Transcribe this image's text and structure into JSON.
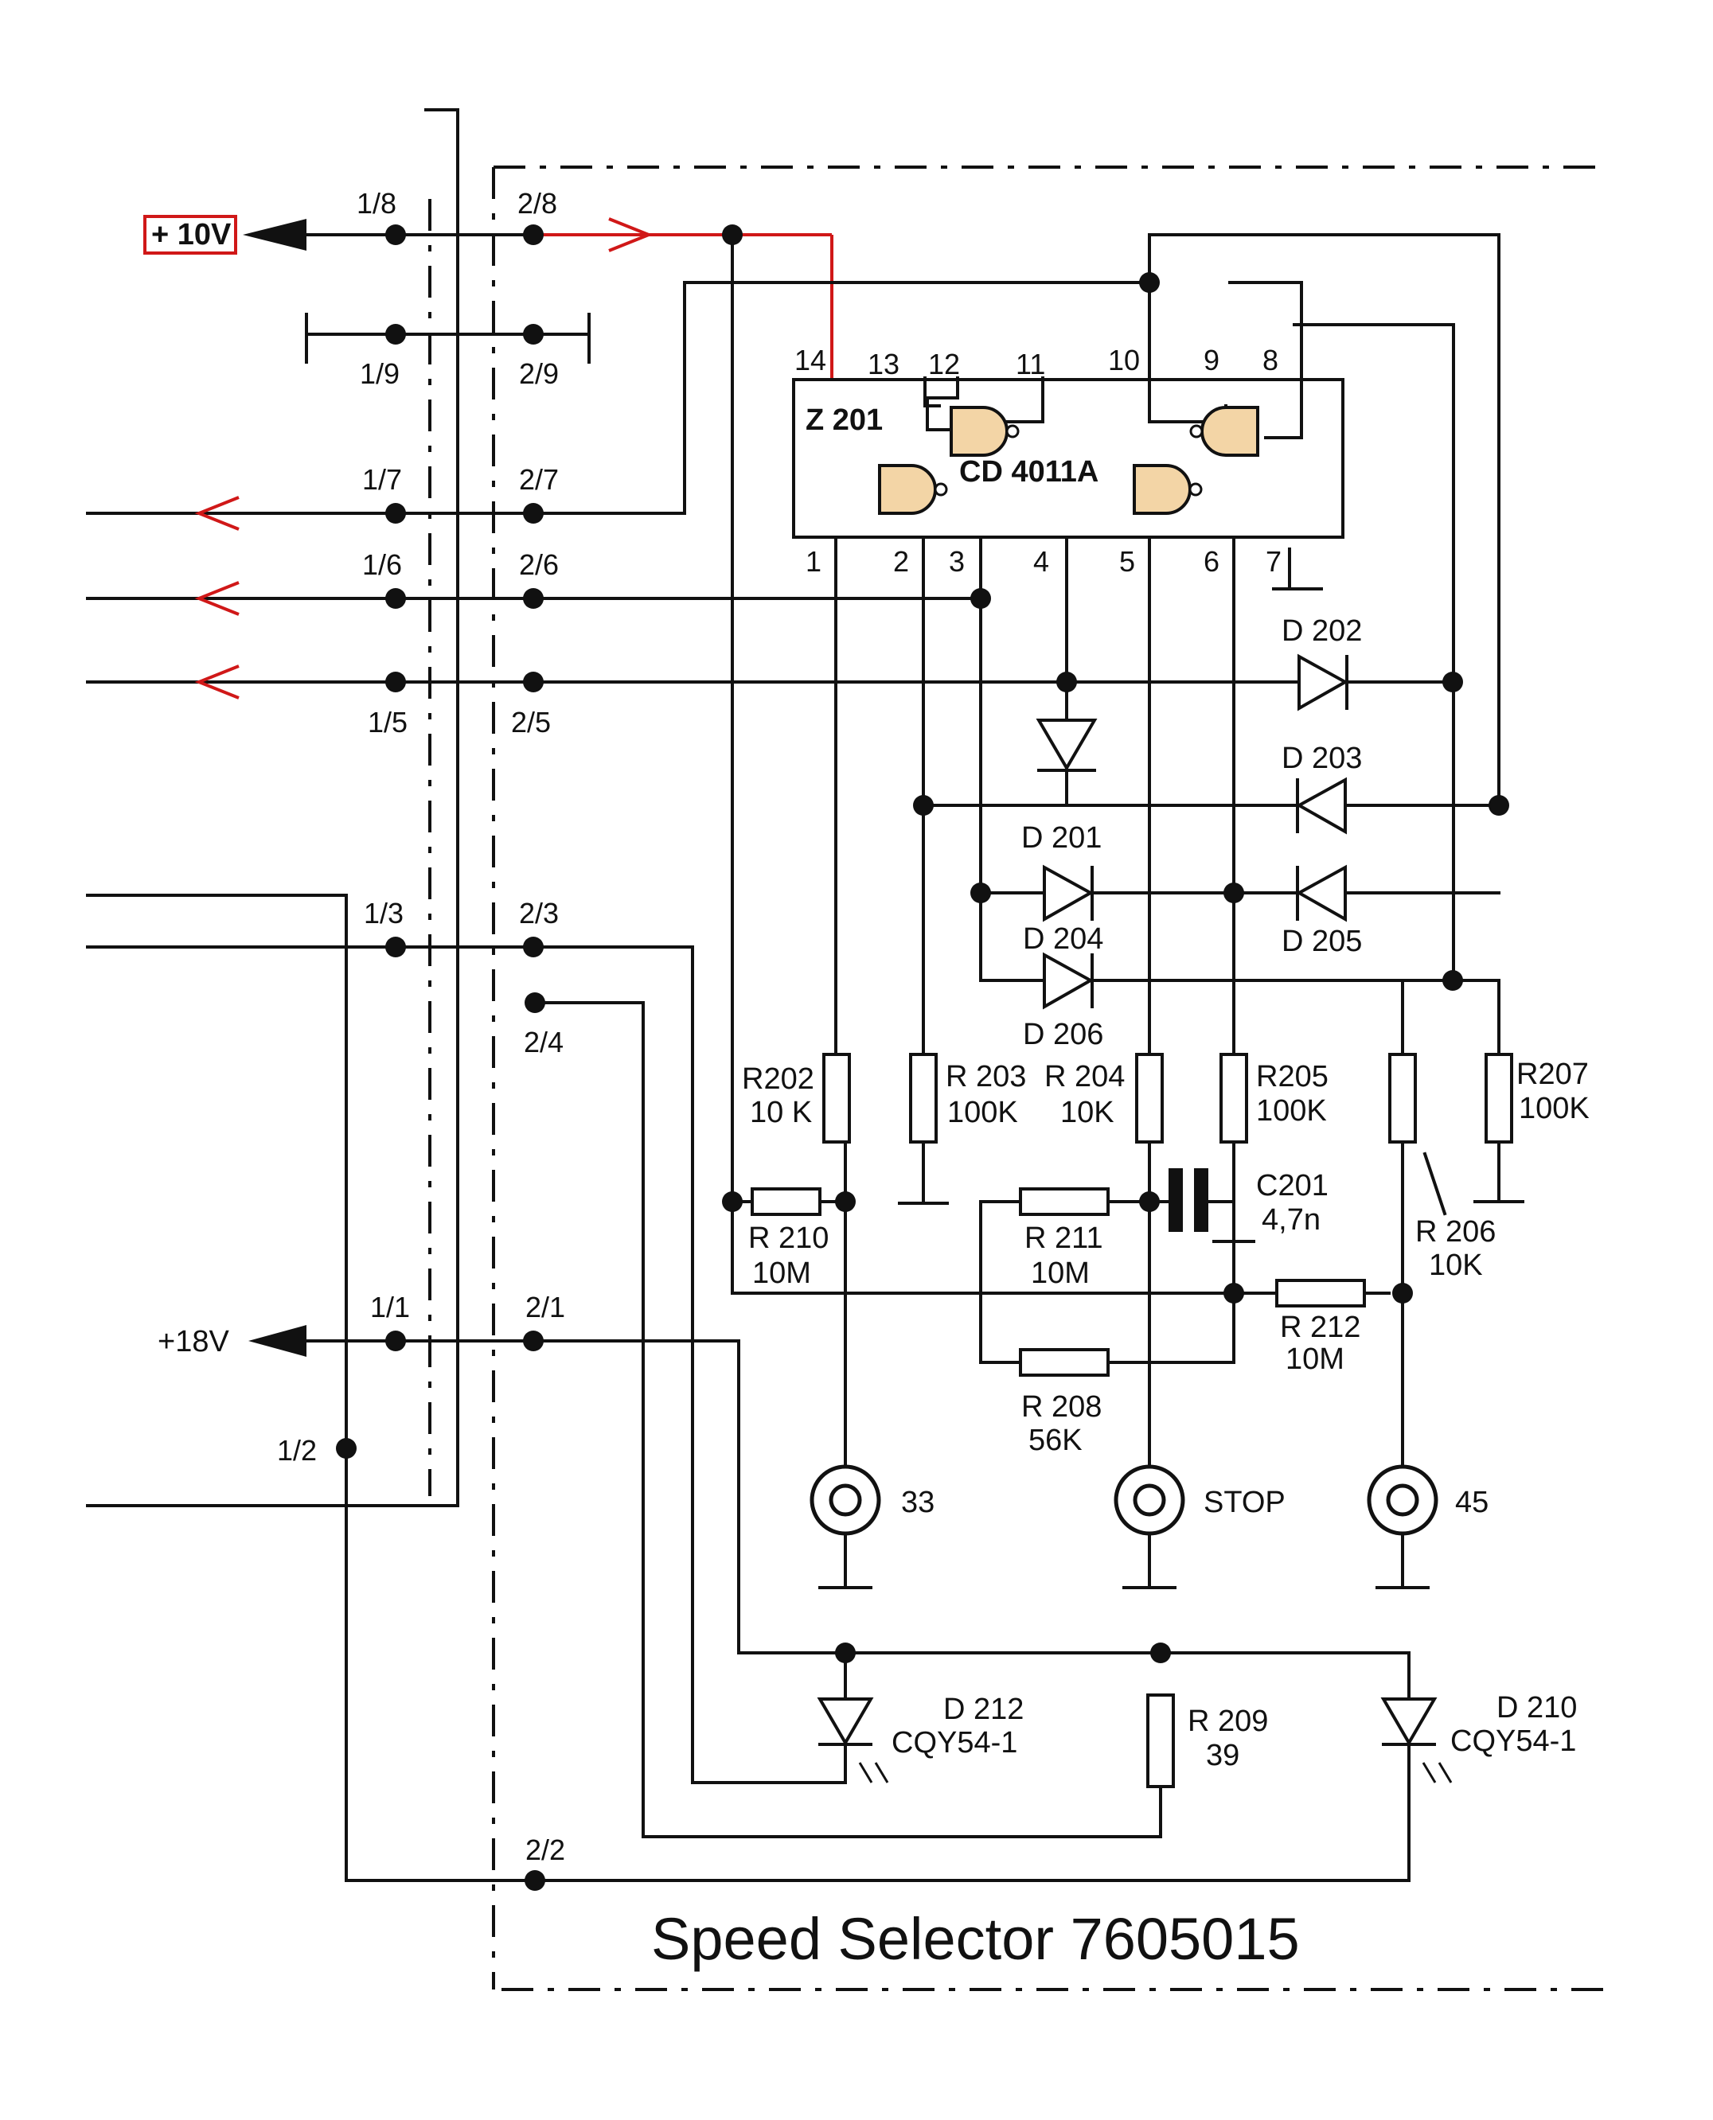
{
  "title": "Speed Selector 7605015",
  "supply_10v": "+ 10V",
  "supply_18v": "+18V",
  "ic": {
    "ref": "Z 201",
    "part": "CD 4011A"
  },
  "ic_pins_top": [
    "14",
    "13",
    "12",
    "11",
    "10",
    "9",
    "8"
  ],
  "ic_pins_bottom": [
    "1",
    "2",
    "3",
    "4",
    "5",
    "6",
    "7"
  ],
  "connectors": {
    "c1_8": "1/8",
    "c2_8": "2/8",
    "c1_9": "1/9",
    "c2_9": "2/9",
    "c1_7": "1/7",
    "c2_7": "2/7",
    "c1_6": "1/6",
    "c2_6": "2/6",
    "c1_5": "1/5",
    "c2_5": "2/5",
    "c1_3": "1/3",
    "c2_3": "2/3",
    "c2_4": "2/4",
    "c1_1": "1/1",
    "c2_1": "2/1",
    "c1_2": "1/2",
    "c2_2": "2/2"
  },
  "diodes": {
    "d201": "D 201",
    "d202": "D 202",
    "d203": "D 203",
    "d204": "D 204",
    "d205": "D 205",
    "d206": "D 206"
  },
  "resistors": {
    "r202": {
      "name": "R202",
      "value": "10 K"
    },
    "r203": {
      "name": "R 203",
      "value": "100K"
    },
    "r204": {
      "name": "R 204",
      "value": "10K"
    },
    "r205": {
      "name": "R205",
      "value": "100K"
    },
    "r207": {
      "name": "R207",
      "value": "100K"
    },
    "r206": {
      "name": "R 206",
      "value": "10K"
    },
    "r210": {
      "name": "R 210",
      "value": "10M"
    },
    "r211": {
      "name": "R 211",
      "value": "10M"
    },
    "r212": {
      "name": "R 212",
      "value": "10M"
    },
    "r208": {
      "name": "R 208",
      "value": "56K"
    },
    "r209": {
      "name": "R 209",
      "value": "39"
    }
  },
  "capacitor": {
    "name": "C201",
    "value": "4,7n"
  },
  "buttons": {
    "b33": "33",
    "stop": "STOP",
    "b45": "45"
  },
  "leds": {
    "d212": {
      "name": "D 212",
      "part": "CQY54-1"
    },
    "d210": {
      "name": "D 210",
      "part": "CQY54-1"
    }
  }
}
